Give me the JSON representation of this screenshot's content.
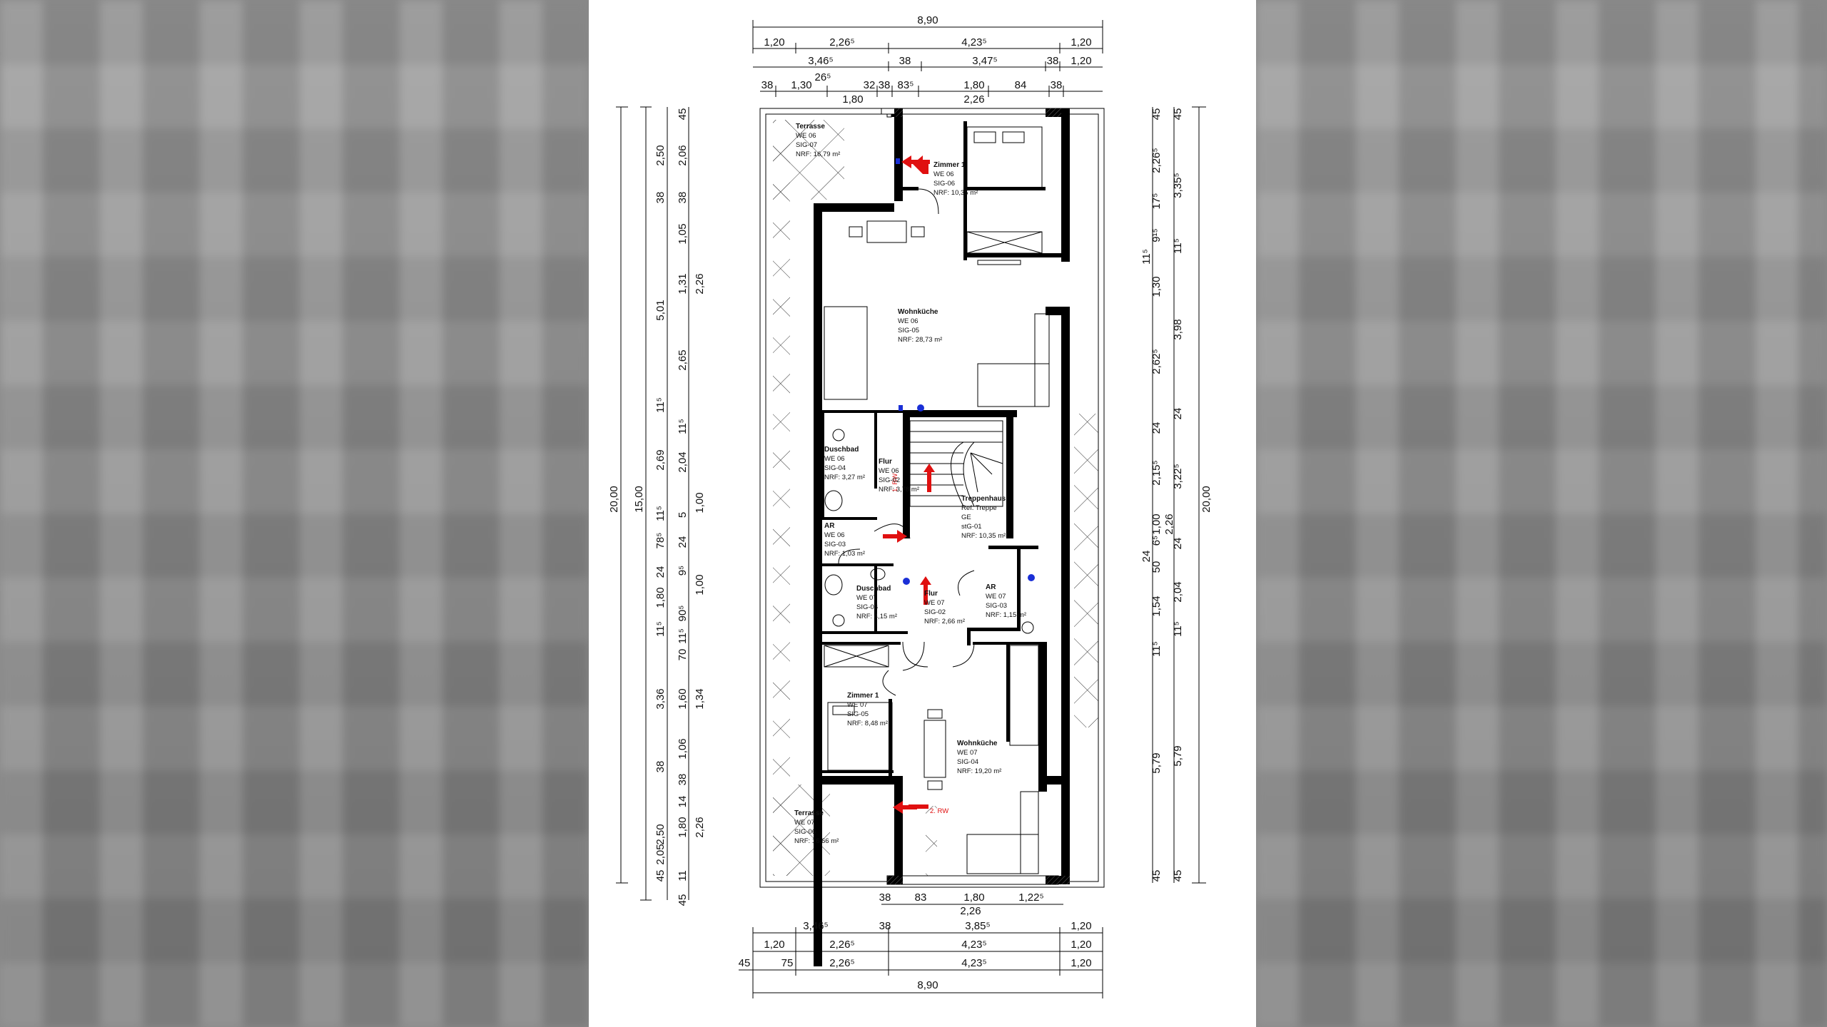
{
  "top_dims": {
    "overall": "8,90",
    "row1": [
      "1,20",
      "2,26⁵",
      "4,23⁵",
      "1,20"
    ],
    "row2": [
      "3,46⁵",
      "38",
      "3,47⁵",
      "38",
      "1,20"
    ],
    "row3": [
      "26⁵"
    ],
    "row4": [
      "38",
      "1,30",
      "32",
      "38",
      "83⁵",
      "1,80",
      "84",
      "38"
    ],
    "row5": [
      "1,80",
      "2,26"
    ]
  },
  "bottom_dims": {
    "row1": [
      "38",
      "83",
      "1,80",
      "1,22⁵"
    ],
    "row2": [
      "2,26"
    ],
    "row3": [
      "3,46⁵",
      "38",
      "3,85⁵",
      "1,20"
    ],
    "row4": [
      "1,20",
      "2,26⁵",
      "4,23⁵",
      "1,20"
    ],
    "row5": [
      "45",
      "75",
      "2,26⁵",
      "4,23⁵",
      "1,20"
    ],
    "overall": "8,90"
  },
  "left_dims": {
    "col1": [
      "20,00"
    ],
    "col2": [
      "15,00"
    ],
    "col3": [
      "2,50",
      "38",
      "5,01",
      "11⁵",
      "2,69",
      "11⁵",
      "78⁵",
      "24",
      "1,80",
      "11⁵",
      "3,36",
      "38",
      "2,50",
      "45"
    ],
    "col4": [
      "45",
      "2,06",
      "38",
      "1,05",
      "1,31",
      "2,26",
      "2,65",
      "11⁵",
      "2,04",
      "1,00",
      "5",
      "24",
      "9⁵",
      "1,00",
      "90⁵",
      "11⁵",
      "70",
      "1,60",
      "1,34",
      "1,06",
      "38",
      "14",
      "1,80",
      "2,26",
      "2,05",
      "45",
      "11"
    ]
  },
  "right_dims": {
    "col1": [
      "45",
      "2,26⁵",
      "17⁵",
      "9¹⁵",
      "11⁵",
      "1,30",
      "2,62⁵",
      "24",
      "2,15⁵",
      "1,00",
      "6⁵",
      "24",
      "50",
      "1,54",
      "11⁵",
      "5,79",
      "45"
    ],
    "col2": [
      "45",
      "3,35⁵",
      "11⁵",
      "3,98",
      "24",
      "3,22⁵",
      "2,26",
      "24",
      "2,04",
      "11⁵",
      "5,79",
      "45"
    ],
    "col3": [
      "20,00"
    ]
  },
  "rooms": [
    {
      "name": "Terrasse",
      "lines": [
        "WE 06",
        "SIG-07",
        "NRF: 16,79 m²"
      ]
    },
    {
      "name": "Zimmer 1",
      "lines": [
        "WE 06",
        "SIG-06",
        "NRF: 10,35 m²"
      ]
    },
    {
      "name": "Wohnküche",
      "lines": [
        "WE 06",
        "SIG-05",
        "NRF: 28,73 m²"
      ]
    },
    {
      "name": "Duschbad",
      "lines": [
        "WE 06",
        "SIG-04",
        "NRF: 3,27 m²"
      ]
    },
    {
      "name": "Flur",
      "lines": [
        "WE 06",
        "SIG-02",
        "NRF: 3,78 m²"
      ]
    },
    {
      "name": "Treppenhaus",
      "lines": [
        "Ref. Treppe",
        "GE",
        "stG-01",
        "NRF: 10,35 m²"
      ]
    },
    {
      "name": "AR",
      "lines": [
        "WE 06",
        "SIG-03",
        "NRF: 1,03 m²"
      ]
    },
    {
      "name": "Duschbad",
      "lines": [
        "WE 07",
        "SIG-06",
        "NRF: 4,15 m²"
      ]
    },
    {
      "name": "Flur",
      "lines": [
        "WE 07",
        "SIG-02",
        "NRF: 2,66 m²"
      ]
    },
    {
      "name": "AR",
      "lines": [
        "WE 07",
        "SIG-03",
        "NRF: 1,15 m²"
      ]
    },
    {
      "name": "Zimmer 1",
      "lines": [
        "WE 07",
        "SIG-05",
        "NRF: 8,48 m²"
      ]
    },
    {
      "name": "Wohnküche",
      "lines": [
        "WE 07",
        "SIG-04",
        "NRF: 19,20 m²"
      ]
    },
    {
      "name": "Terrasse",
      "lines": [
        "WE 07",
        "SIG-06",
        "NRF: 16,66 m²"
      ]
    }
  ],
  "markers": {
    "rw1": "1. RW",
    "rw2": "2. RW"
  },
  "colors": {
    "wall": "#000000",
    "arrow": "#e01010",
    "dot": "#1a2fd6",
    "paper": "#ffffff"
  }
}
